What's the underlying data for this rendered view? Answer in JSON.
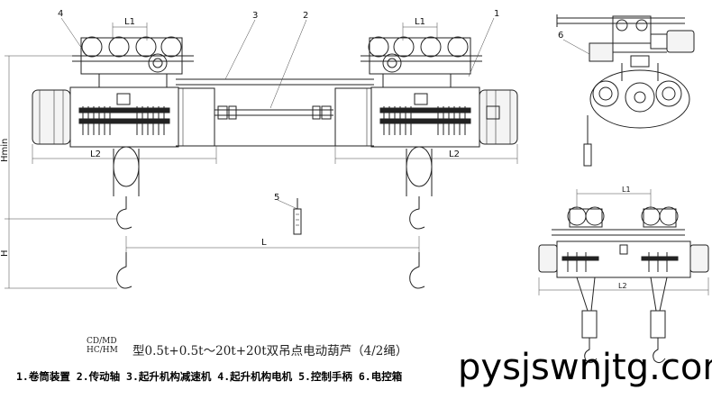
{
  "labels": {
    "part1": "1",
    "part2": "2",
    "part3": "3",
    "part4": "4",
    "part5": "5",
    "part6": "6"
  },
  "dimensions": {
    "l1_left": "L1",
    "l1_right": "L1",
    "l2_left": "L2",
    "l2_right": "L2",
    "l": "L",
    "hmin": "Hmin",
    "h": "H",
    "l1_small": "L1",
    "l2_small": "L2"
  },
  "title": {
    "model_line1": "CD/MD",
    "model_line2": "HC/HM",
    "main": "型0.5t+0.5t～20t+20t双吊点电动葫芦（4/2绳）"
  },
  "legend": "1.卷筒装置 2.传动轴 3.起升机构减速机 4.起升机构电机 5.控制手柄 6.电控箱",
  "watermark": "pysjswnjtg.com"
}
